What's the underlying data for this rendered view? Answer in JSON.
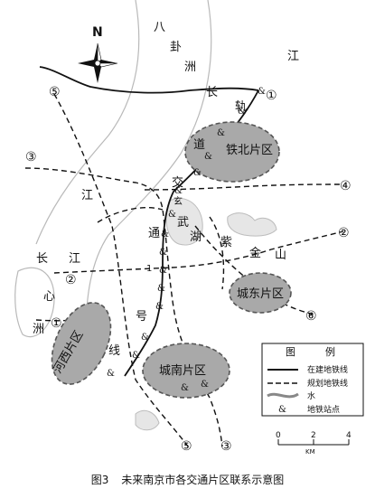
{
  "figure": {
    "number": "图3",
    "caption": "未来南京市各交通片区联系示意图"
  },
  "compass": {
    "label": "N"
  },
  "zones": [
    {
      "id": "tiebei",
      "label": "铁北片区"
    },
    {
      "id": "chengdong",
      "label": "城东片区"
    },
    {
      "id": "chengnan",
      "label": "城南片区"
    },
    {
      "id": "hexi",
      "label": "河西片区"
    }
  ],
  "places": {
    "bagua1": "八",
    "bagua2": "卦",
    "bagua3": "洲",
    "jiang_ne": "江",
    "jiang_w": "江",
    "chang_n": "长",
    "chang_w": "长",
    "jiang_w2": "江",
    "xin": "心",
    "zhou": "洲",
    "gui": "轨",
    "dao": "道",
    "jiao": "交",
    "tong": "通",
    "xuan": "玄",
    "wu": "武",
    "hu": "湖",
    "zi": "紫",
    "jin": "金",
    "shan": "山",
    "hao": "号",
    "xian": "线",
    "one": "1"
  },
  "lines": [
    {
      "id": "l1-n",
      "label": "①"
    },
    {
      "id": "l1-w",
      "label": "①"
    },
    {
      "id": "l2-e",
      "label": "②"
    },
    {
      "id": "l2-w",
      "label": "②"
    },
    {
      "id": "l3-w",
      "label": "③"
    },
    {
      "id": "l3-s",
      "label": "③"
    },
    {
      "id": "l4-e",
      "label": "④"
    },
    {
      "id": "l5-n",
      "label": "⑤"
    },
    {
      "id": "l5-s",
      "label": "⑤"
    },
    {
      "id": "l6-e",
      "label": "⑥"
    }
  ],
  "station_symbol": "&",
  "legend": {
    "title1": "图",
    "title2": "例",
    "items": [
      {
        "label": "在建地铁线"
      },
      {
        "label": "规划地铁线"
      },
      {
        "label": "水"
      },
      {
        "label": "地铁站点"
      }
    ],
    "scale": {
      "ticks": [
        "0",
        "2",
        "4"
      ],
      "unit": "KM"
    }
  },
  "colors": {
    "zone_fill": "#a9a9a9",
    "zone_stroke": "#555555",
    "line_ink": "#111111",
    "water": "#cfcfcf"
  }
}
